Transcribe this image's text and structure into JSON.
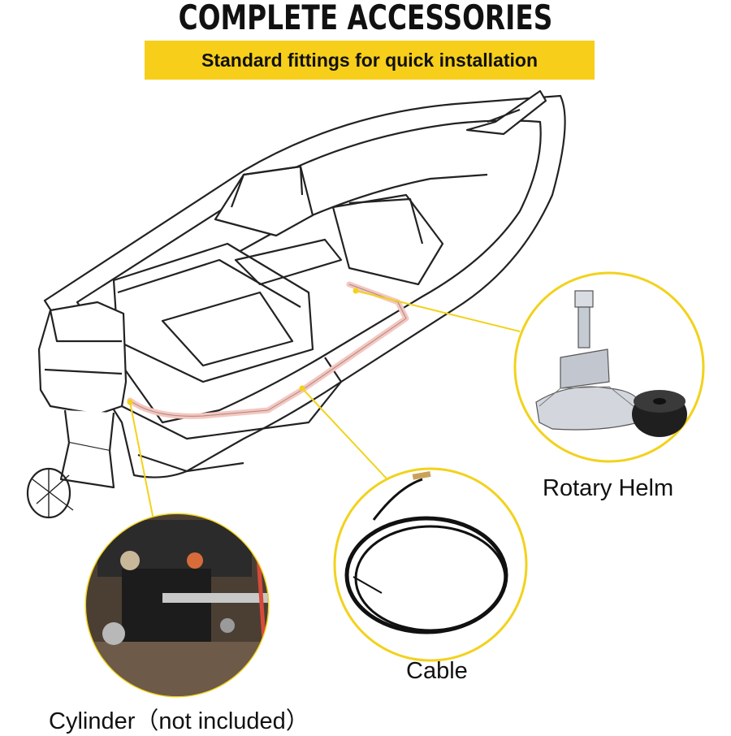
{
  "header": {
    "title": "COMPLETE ACCESSORIES",
    "subtitle": "Standard fittings for quick installation"
  },
  "callouts": {
    "helm_label": "Rotary Helm",
    "cable_label": "Cable",
    "cylinder_label": "Cylinder（not included）"
  },
  "colors": {
    "banner": "#f7cf1a",
    "callout_ring": "#f2d21c",
    "cable_route": "#f4c7c0"
  }
}
